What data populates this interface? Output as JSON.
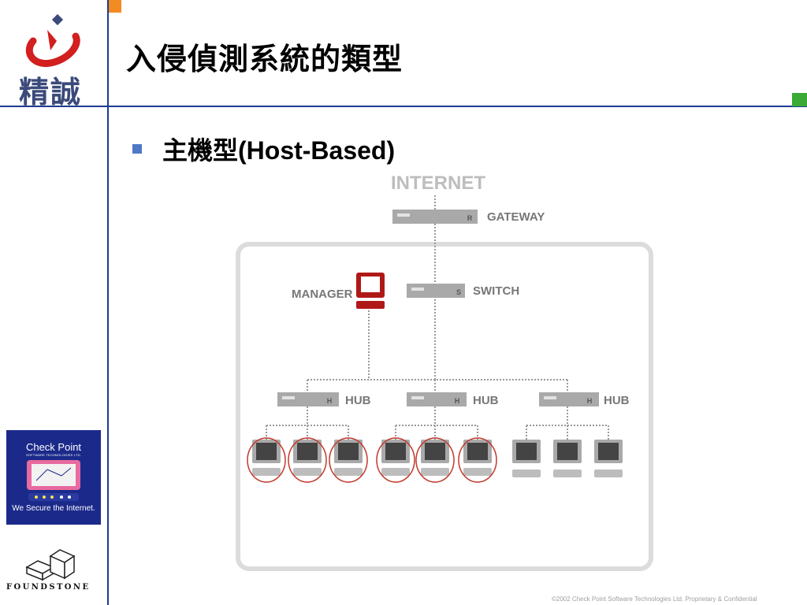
{
  "slide": {
    "title": "入侵偵測系統的類型",
    "bullet": "主機型(Host-Based)",
    "footer": "©2002 Check Point Software Technologies Ltd. Proprietary & Confidential"
  },
  "logos": {
    "top_company": "精誠",
    "checkpoint": {
      "name": "Check Point",
      "subtitle": "SOFTWARE TECHNOLOGIES LTD.",
      "tagline": "We Secure the Internet."
    },
    "foundstone": "FOUNDSTONE"
  },
  "diagram": {
    "internet_label": "INTERNET",
    "gateway_label": "GATEWAY",
    "gateway_badge": "R",
    "switch_label": "SWITCH",
    "switch_badge": "S",
    "manager_label": "MANAGER",
    "hub_label": "HUB",
    "hub_badge": "H",
    "hubs": [
      {
        "label": "HUB",
        "hosts_monitored": 3
      },
      {
        "label": "HUB",
        "hosts_monitored": 3
      },
      {
        "label": "HUB",
        "hosts_monitored": 0
      }
    ]
  },
  "colors": {
    "accent_blue": "#1f3a93",
    "orange": "#f28c22",
    "green": "#3aa935",
    "manager_red": "#b01818",
    "device_gray": "#a9a9a9",
    "host_circle": "#c0392b"
  }
}
